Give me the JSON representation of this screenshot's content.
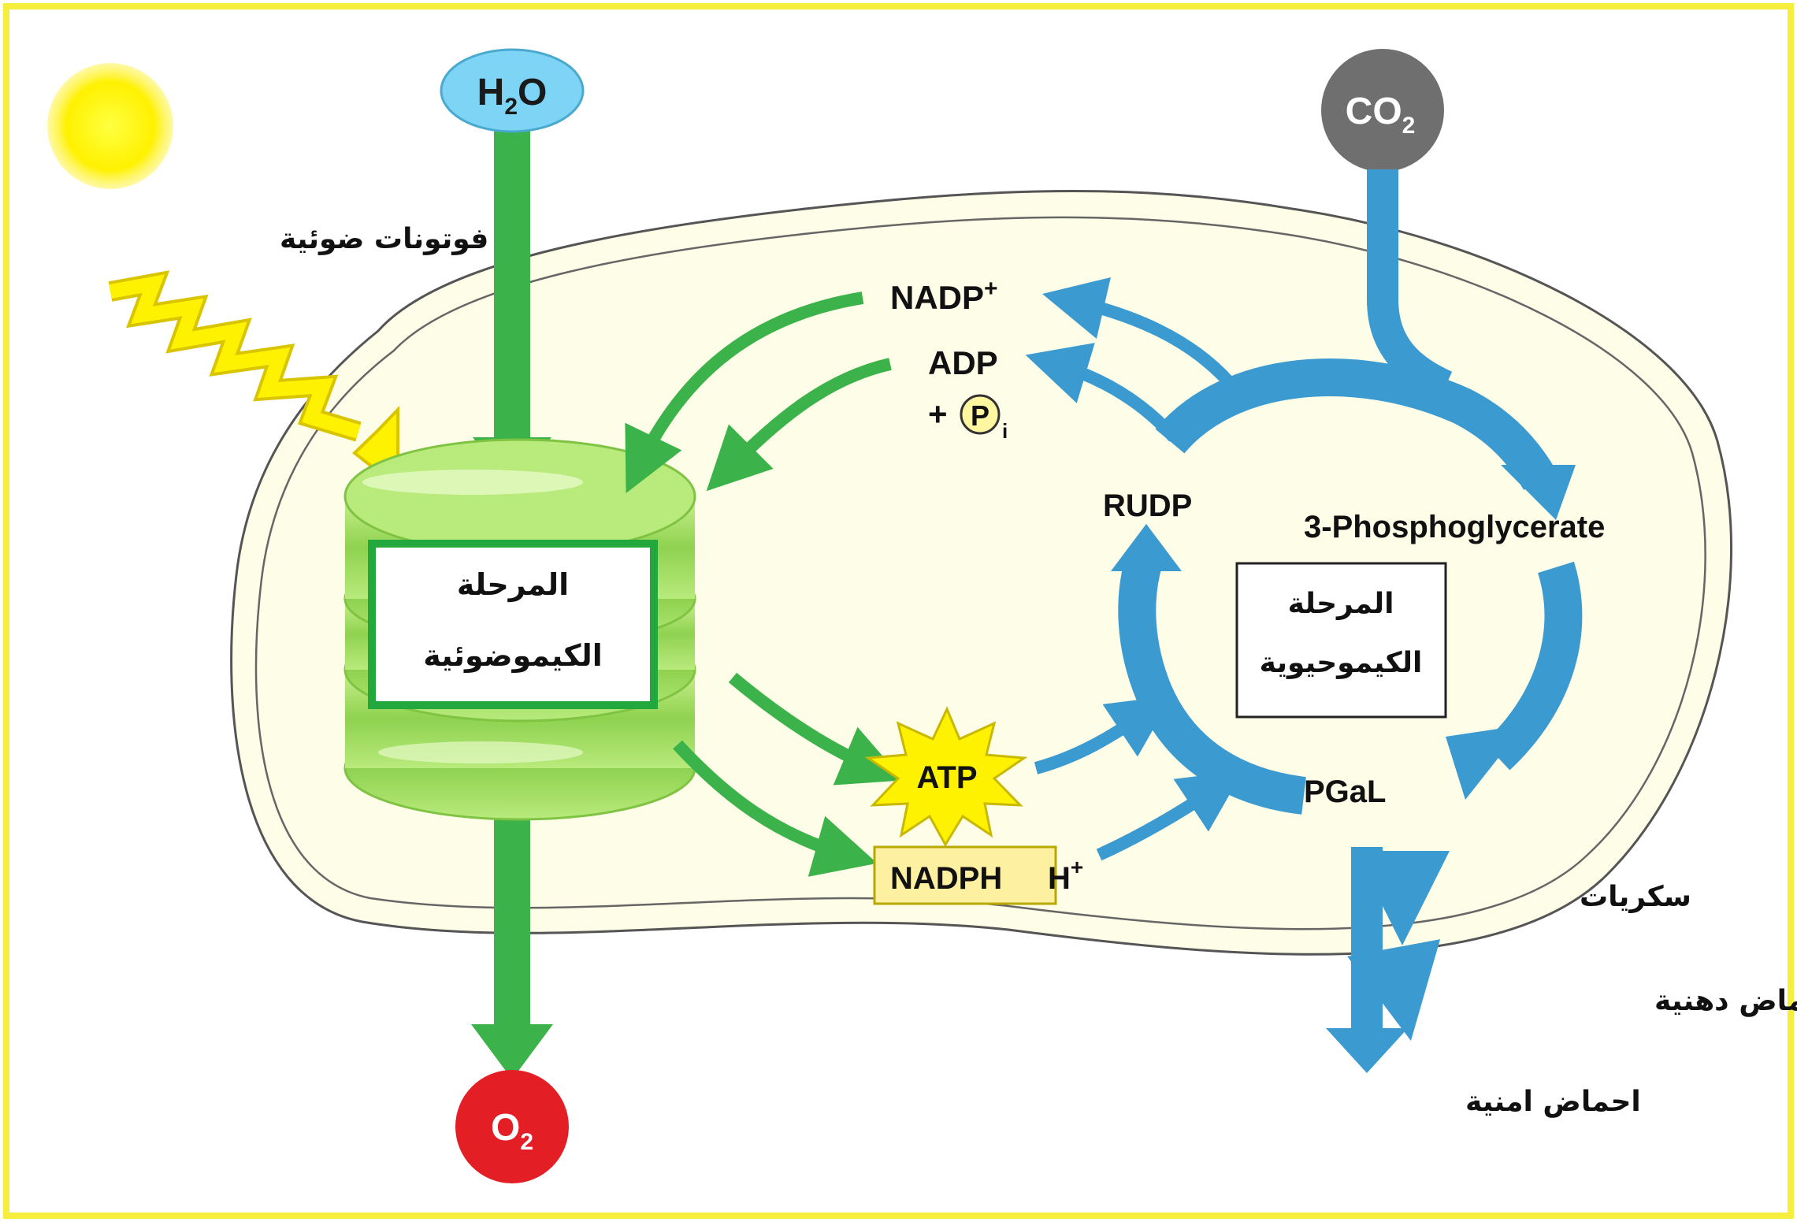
{
  "molecules": {
    "water": {
      "main": "H",
      "sub": "2",
      "tail": "O"
    },
    "carbon_dioxide": {
      "main": "CO",
      "sub": "2"
    },
    "oxygen": {
      "main": "O",
      "sub": "2"
    }
  },
  "photons_label": "فوتونات ضوئية",
  "light_stage": {
    "line1": "المرحلة",
    "line2": "الكيموضوئية"
  },
  "calvin_stage": {
    "line1": "المرحلة",
    "line2": "الكيموحيوية"
  },
  "carriers": {
    "nadp": {
      "text": "NADP",
      "sup": "+"
    },
    "adp": "ADP",
    "pi_prefix": "+",
    "pi_symbol": "P",
    "pi_sub": "i",
    "atp": "ATP",
    "nadph": "NADPH",
    "h": "H",
    "h_sup": "+"
  },
  "cycle": {
    "rudp": "RUDP",
    "pga": "3-Phosphoglycerate",
    "pgal": "PGaL"
  },
  "products": {
    "sugars": "سكريات",
    "fatty_acids": "احماض دهنية",
    "amino_acids": "احماض امنية"
  },
  "colors": {
    "frame": "#f6ee3c",
    "sun": "#fff100",
    "green_arrow": "#3cb34a",
    "blue_arrow": "#3b9ad0",
    "water_bubble": "#7ed4f5",
    "co2_bubble": "#6f6f6f",
    "o2_bubble": "#e31e24",
    "chloroplast_fill": "#fdfde8",
    "thylakoid": "#9ad85a",
    "atp_star": "#fff200",
    "nadph_box": "#fdf0a0"
  }
}
